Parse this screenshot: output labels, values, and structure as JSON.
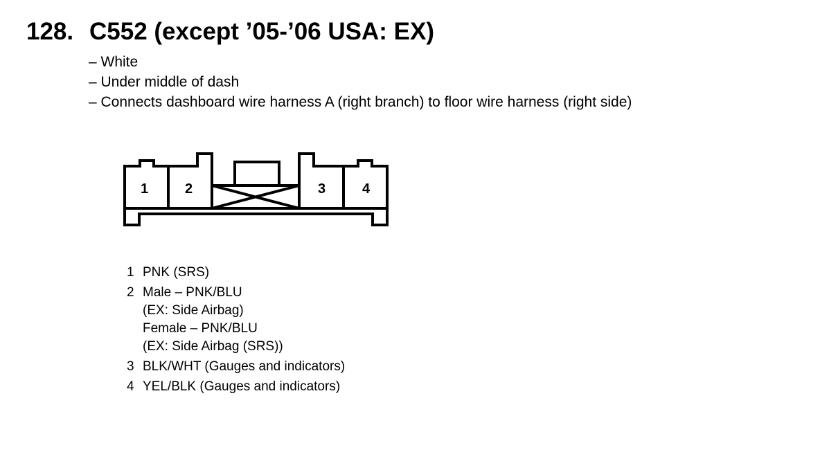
{
  "heading": {
    "number": "128.",
    "text": "C552 (except ’05-’06 USA: EX)"
  },
  "details": [
    "White",
    "Under middle of dash",
    "Connects dashboard wire harness A (right branch) to floor wire harness (right side)"
  ],
  "connector": {
    "pin_labels": [
      "1",
      "2",
      "3",
      "4"
    ]
  },
  "pins": [
    {
      "number": "1",
      "lines": [
        "PNK (SRS)"
      ]
    },
    {
      "number": "2",
      "lines": [
        "Male – PNK/BLU",
        "(EX: Side Airbag)",
        "Female – PNK/BLU",
        "(EX: Side Airbag (SRS))"
      ]
    },
    {
      "number": "3",
      "lines": [
        "BLK/WHT (Gauges and indicators)"
      ]
    },
    {
      "number": "4",
      "lines": [
        "YEL/BLK (Gauges and indicators)"
      ]
    }
  ]
}
